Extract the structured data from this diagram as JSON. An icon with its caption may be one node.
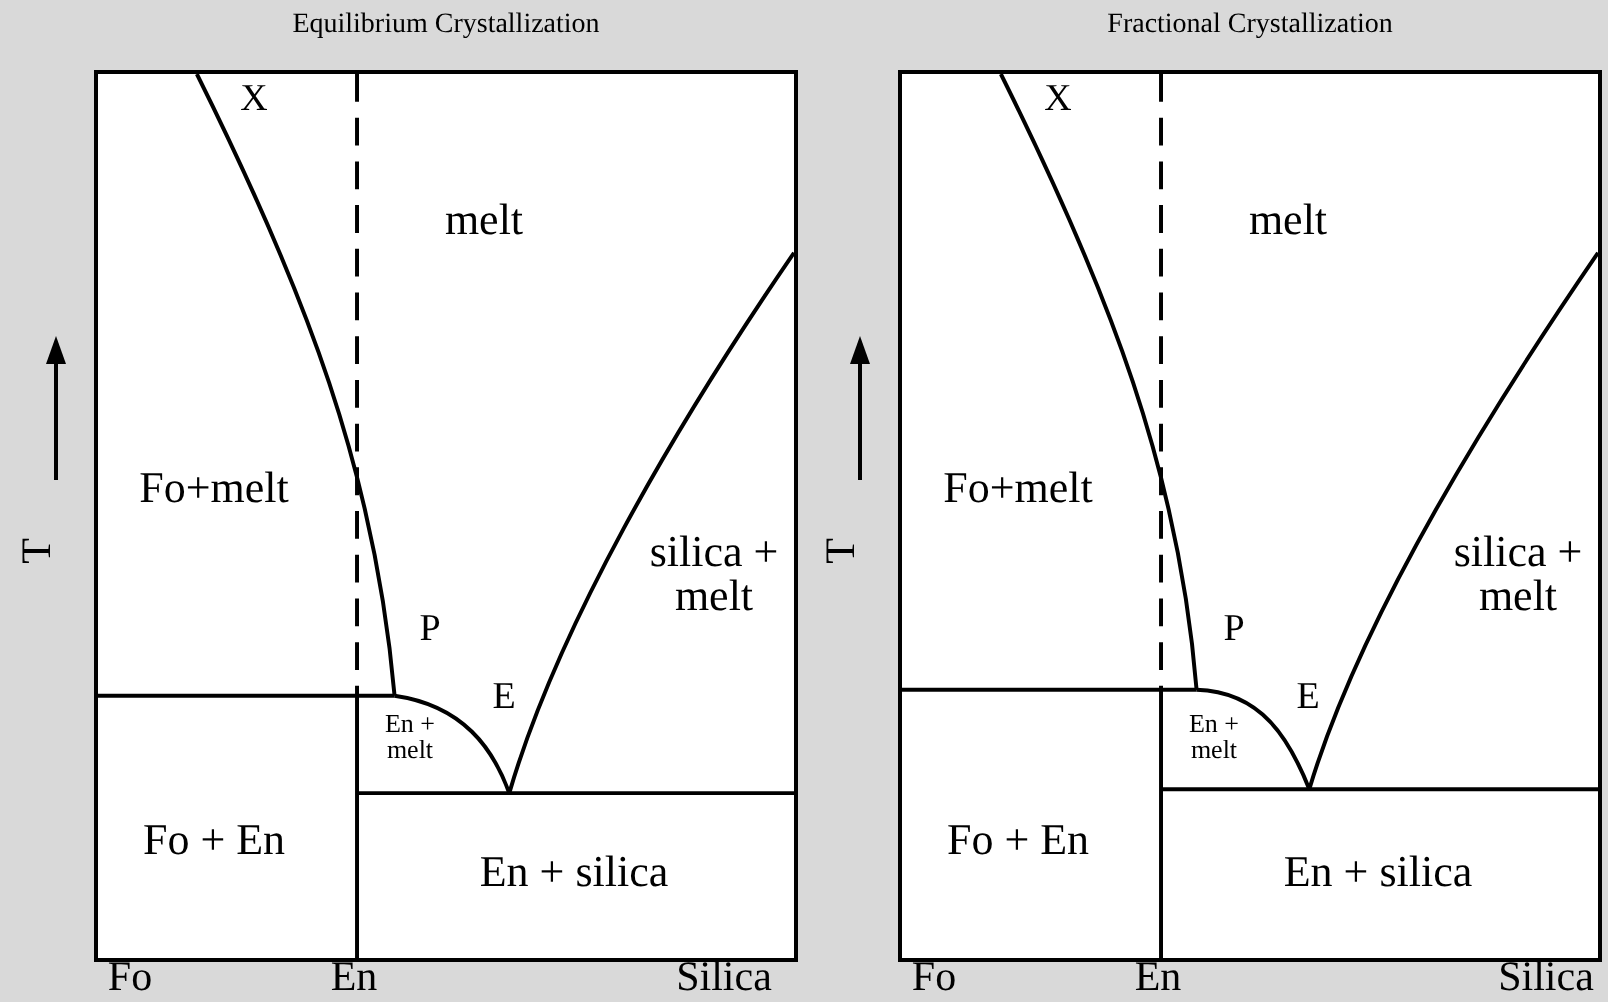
{
  "diagram": {
    "nodes": [
      {
        "text": [
          "Equilibrium Crystallization",
          "X",
          "melt",
          "Fo+melt",
          "P",
          "E",
          "silica + melt",
          "En + melt",
          "Fo + En",
          "En + silica"
        ]
      },
      {
        "text": [
          "Fractional Crystallization",
          "X",
          "melt",
          "Fo+melt",
          "P",
          "E",
          "silica + melt",
          "En + melt",
          "Fo + En",
          "En + silica"
        ]
      }
    ],
    "labels": [
      "T",
      "T",
      "Fo",
      "En",
      "Silica",
      "Fo",
      "En",
      "Silica"
    ]
  }
}
